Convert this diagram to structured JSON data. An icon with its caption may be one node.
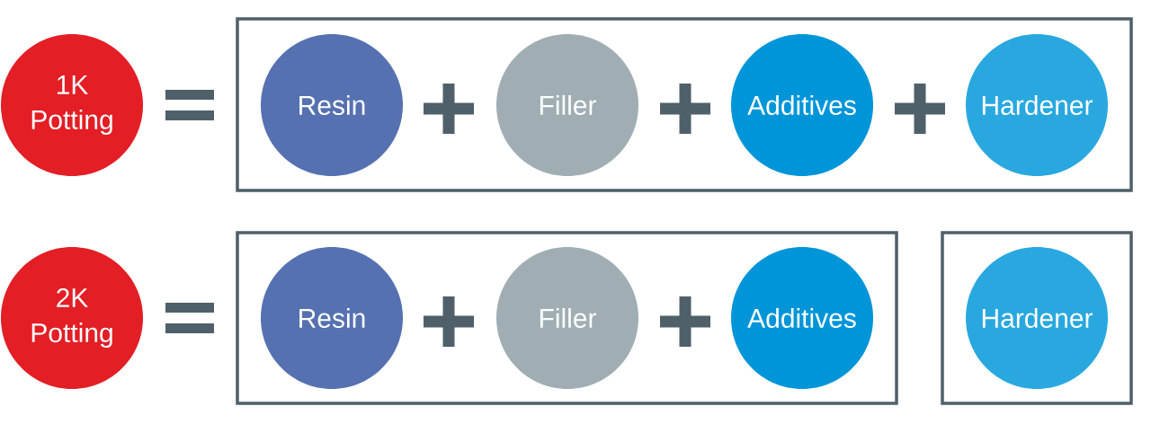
{
  "diagram": {
    "nodes": [
      {
        "text": [
          "1K Potting"
        ]
      },
      {
        "text": [],
        "shape": "box"
      },
      {
        "text": [
          "Resin"
        ],
        "in": 1
      },
      {
        "text": [
          "Filler"
        ],
        "in": 1
      },
      {
        "text": [
          "Additives"
        ],
        "in": 1
      },
      {
        "text": [
          "Hardener"
        ],
        "in": 1
      },
      {
        "text": [
          "2K Potting"
        ]
      },
      {
        "text": [],
        "shape": "box"
      },
      {
        "text": [
          "Resin"
        ],
        "in": 7
      },
      {
        "text": [
          "Filler"
        ],
        "in": 7
      },
      {
        "text": [
          "Additives"
        ],
        "in": 7
      },
      {
        "text": [],
        "shape": "box"
      },
      {
        "text": [
          "Hardener"
        ],
        "in": 11
      }
    ]
  }
}
